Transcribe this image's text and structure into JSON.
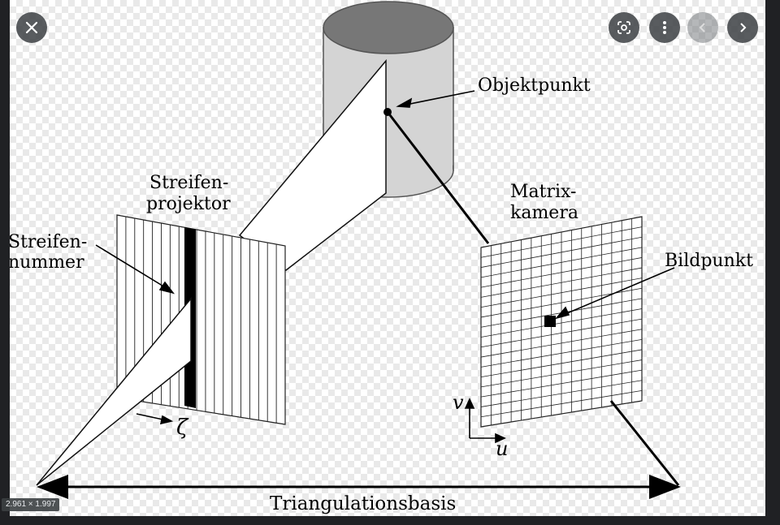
{
  "viewer": {
    "image_size": "2.961 × 1.997",
    "controls": {
      "close": "close-icon",
      "lens": "google-lens-icon",
      "more": "more-vert-icon",
      "prev": "chevron-left-icon",
      "next": "chevron-right-icon"
    }
  },
  "diagram": {
    "labels": {
      "objekt_punkt": "Objektpunkt",
      "streifen_projektor_1": "Streifen-",
      "streifen_projektor_2": "projektor",
      "streifen_nummer_1": "Streifen-",
      "streifen_nummer_2": "nummer",
      "matrix_kamera_1": "Matrix-",
      "matrix_kamera_2": "kamera",
      "bildpunkt": "Bildpunkt",
      "zeta": "ζ",
      "axis_v": "v",
      "axis_u": "u",
      "basis": "Triangulationsbasis"
    }
  }
}
